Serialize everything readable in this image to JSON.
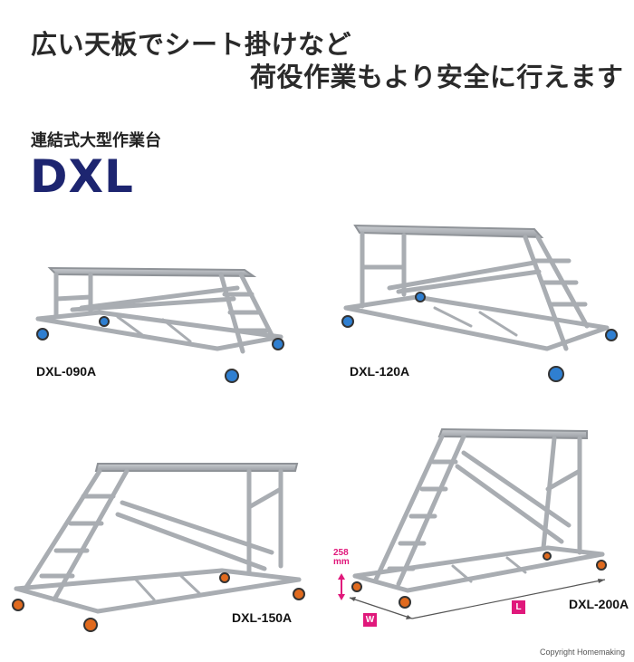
{
  "headline": {
    "line1": "広い天板でシート掛けなど",
    "line2": "荷役作業もより安全に行えます"
  },
  "product": {
    "category": "連結式大型作業台",
    "series": "DXL"
  },
  "models": [
    {
      "label": "DXL-090A"
    },
    {
      "label": "DXL-120A"
    },
    {
      "label": "DXL-150A"
    },
    {
      "label": "DXL-200A"
    }
  ],
  "dimensions": {
    "height_value": "258",
    "height_unit": "mm",
    "width_badge": "W",
    "length_badge": "L"
  },
  "copyright": "Copyright Homemaking",
  "colors": {
    "brand": "#1d2570",
    "badge": "#e0187b",
    "frame": "#a9adb2"
  }
}
